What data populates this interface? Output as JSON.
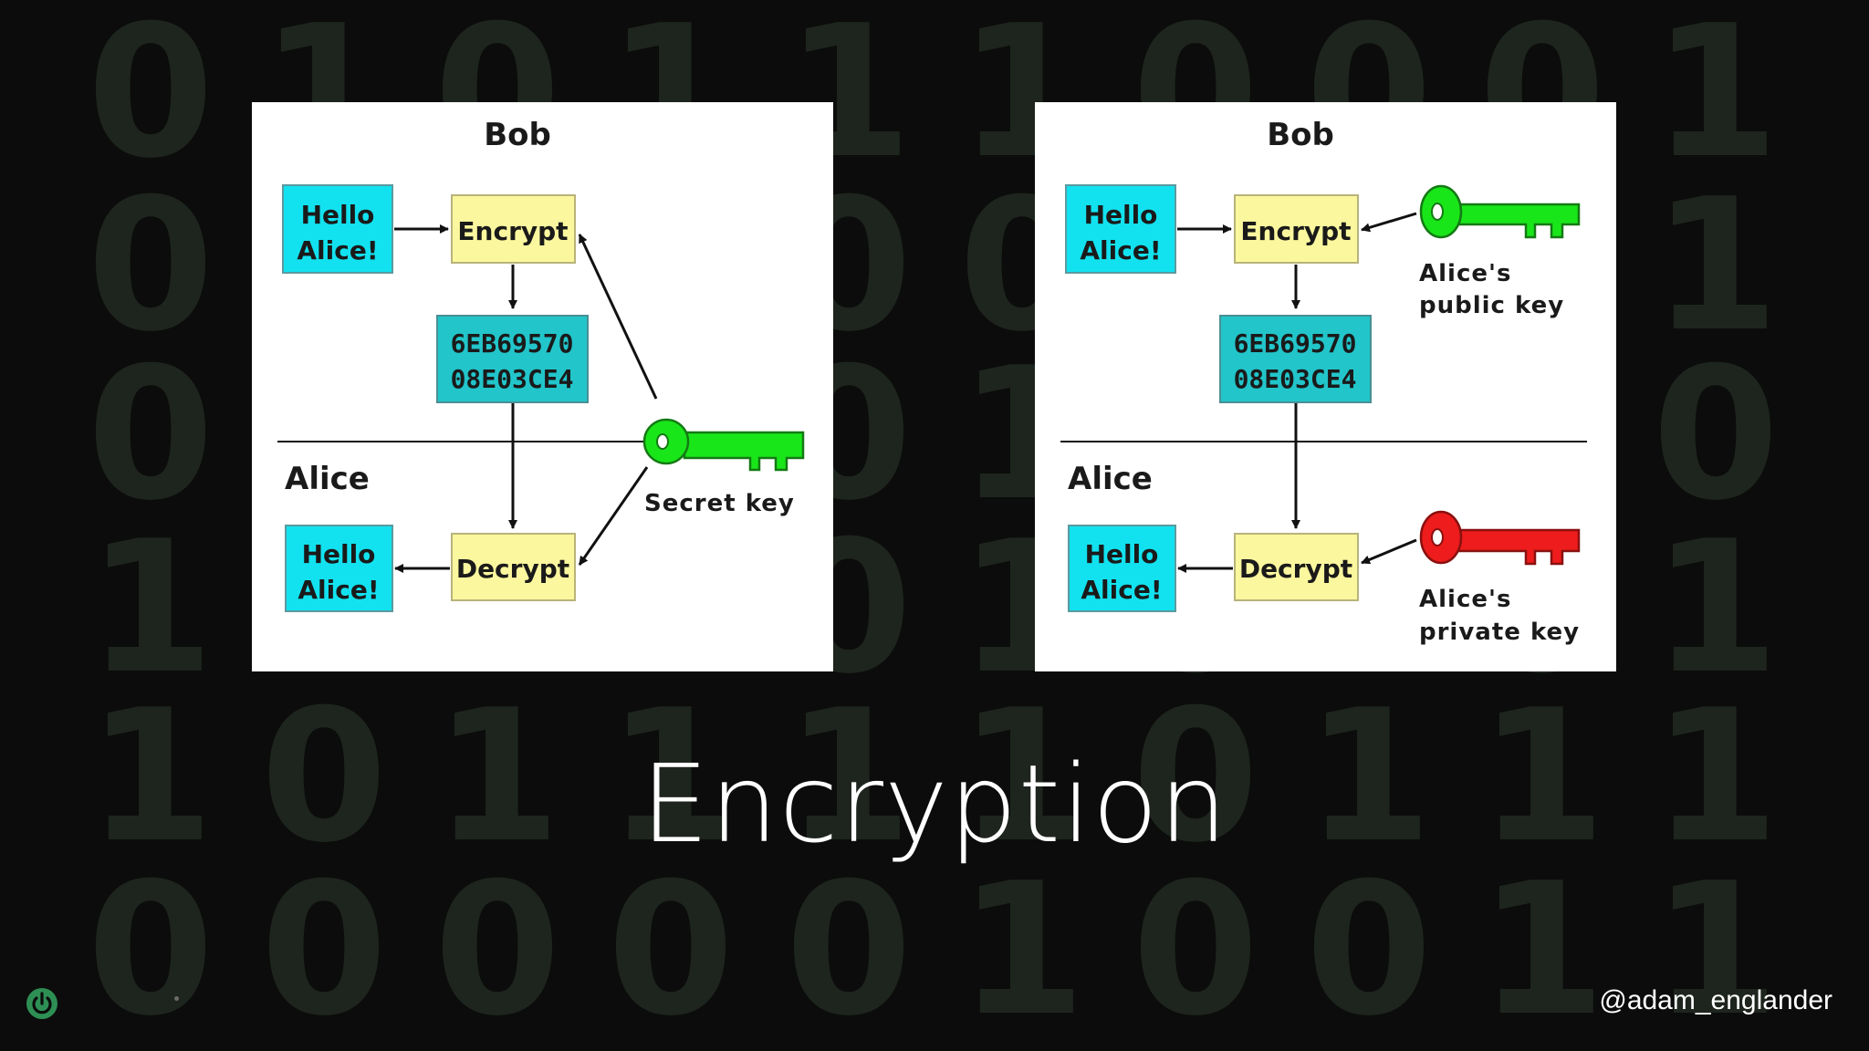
{
  "background": {
    "digit_rows": [
      "0 1 0 1 1 1 0 0 0 1",
      "0 0 0 1 0 0 1 1 0 1",
      "0 0 1 1 0 1 1 0 1 0",
      "1 1 1 1 0 1 0 1 0 1",
      "1 0 1 1 1 1 0 1 1 1",
      "0 0 0 0 0 1 0 0 1 1"
    ],
    "digit_color": "#2f3a2f"
  },
  "panel_left": {
    "bob_label": "Bob",
    "alice_label": "Alice",
    "plaintext_top": [
      "Hello",
      "Alice!"
    ],
    "encrypt_label": "Encrypt",
    "ciphertext": [
      "6EB69570",
      "08E03CE4"
    ],
    "decrypt_label": "Decrypt",
    "plaintext_bottom": [
      "Hello",
      "Alice!"
    ],
    "key_label": "Secret key",
    "key_color": "#19e619"
  },
  "panel_right": {
    "bob_label": "Bob",
    "alice_label": "Alice",
    "plaintext_top": [
      "Hello",
      "Alice!"
    ],
    "encrypt_label": "Encrypt",
    "ciphertext": [
      "6EB69570",
      "08E03CE4"
    ],
    "decrypt_label": "Decrypt",
    "plaintext_bottom": [
      "Hello",
      "Alice!"
    ],
    "public_key_label": [
      "Alice's",
      "public key"
    ],
    "public_key_color": "#19e619",
    "private_key_label": [
      "Alice's",
      "private key"
    ],
    "private_key_color": "#ee1c1c"
  },
  "colors": {
    "cyan_box": "#12e2ef",
    "teal_box": "#22c5ca",
    "yellow_box": "#fbf79e"
  },
  "title": "Encryption",
  "footer": {
    "handle": "@adam_englander",
    "logo_icon": "power-icon"
  }
}
